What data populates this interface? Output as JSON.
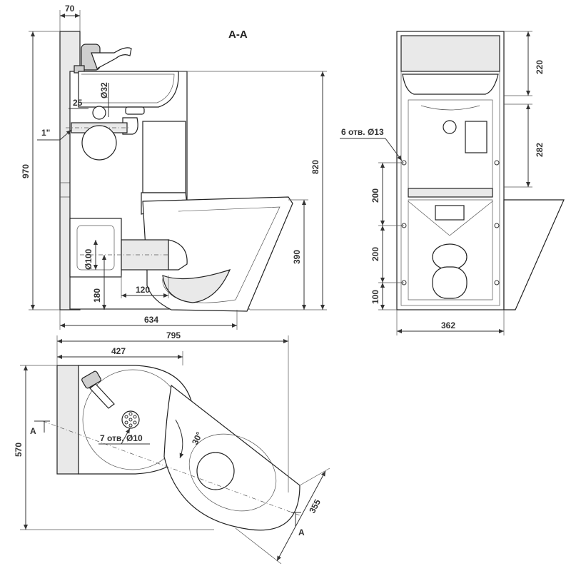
{
  "section_title": "А-А",
  "front_view": {
    "wall_width": "70",
    "total_height": "970",
    "basin_height": "820",
    "drain_diameter": "Ø32",
    "pipe_offset": "25",
    "pipe_thread": "1\"",
    "bowl_height": "390",
    "outlet_diameter": "Ø100",
    "outlet_height": "180",
    "outlet_offset": "120",
    "depth": "634"
  },
  "side_view": {
    "top_height": "220",
    "holes_label": "6 отв. Ø13",
    "panel_height": "282",
    "hole_spacing_upper": "200",
    "hole_spacing_lower": "200",
    "bottom_offset": "100",
    "width": "362"
  },
  "plan_view": {
    "total_length": "795",
    "basin_length": "427",
    "total_width": "570",
    "drain_holes": "7 отв. Ø10",
    "angle": "30°",
    "bowl_width": "355",
    "section_mark_left": "А",
    "section_mark_right": "А"
  }
}
